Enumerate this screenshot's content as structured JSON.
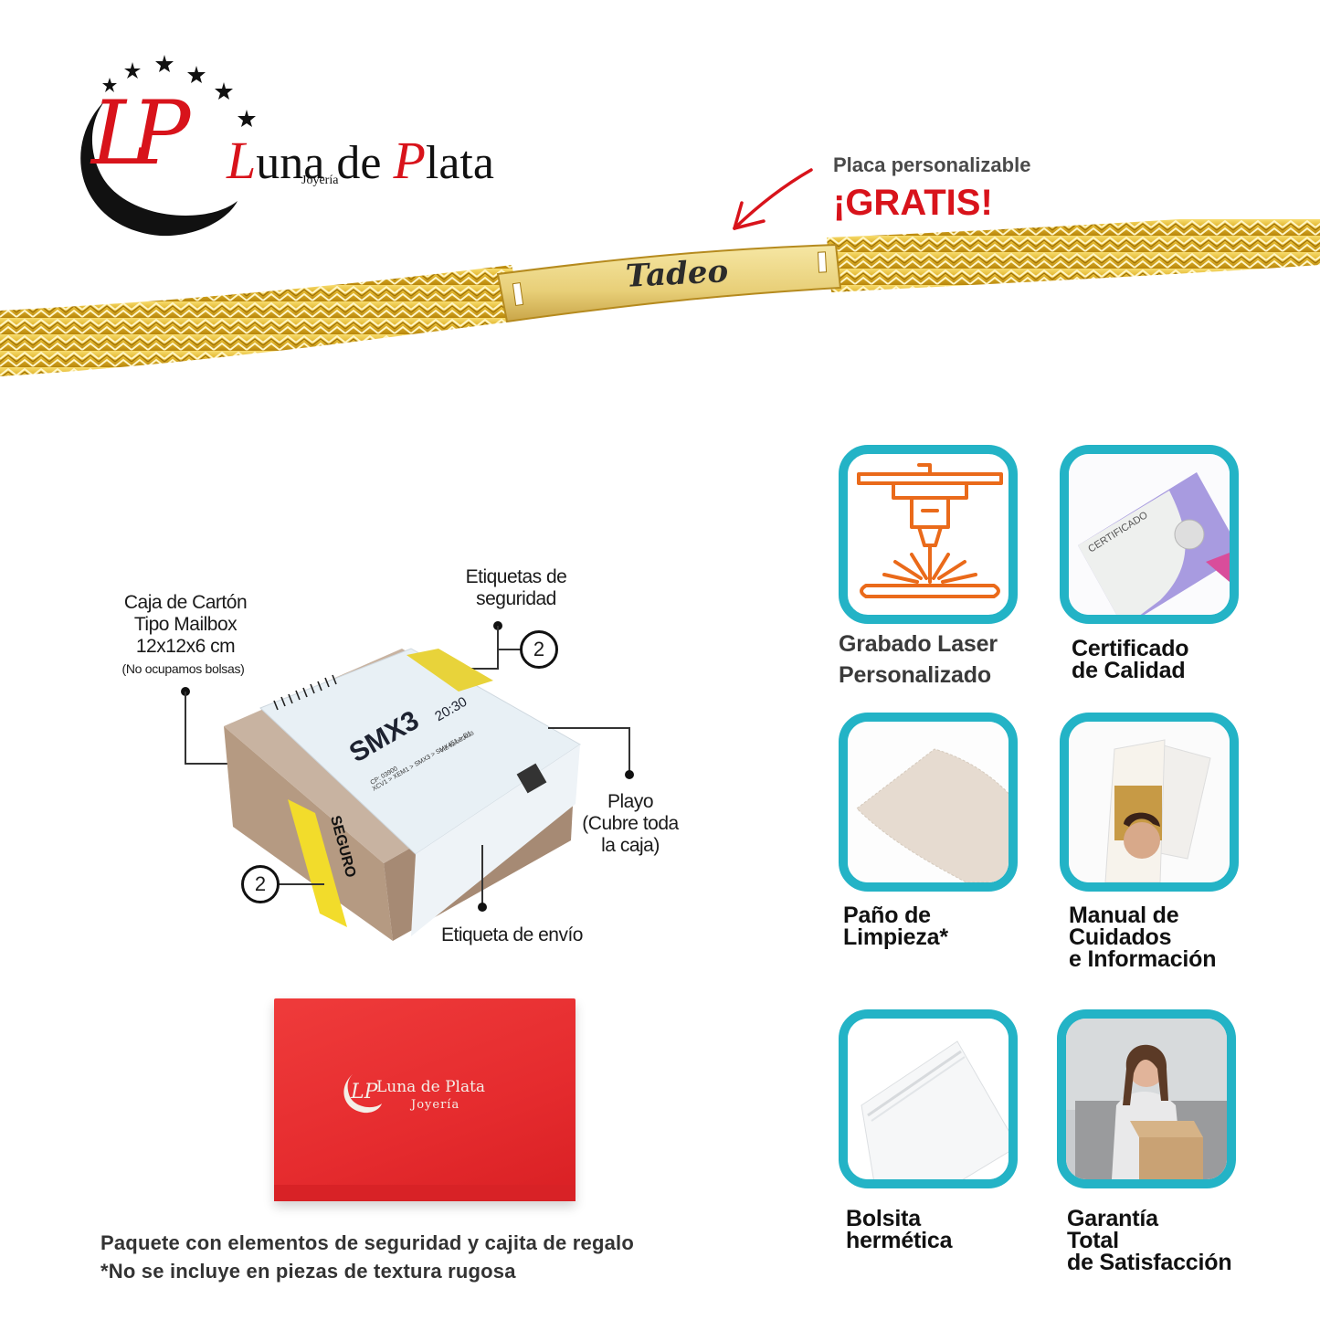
{
  "brand": {
    "initials": "LP",
    "name_prefix": "L",
    "name_mid": "una de ",
    "name_p": "P",
    "name_end": "lata",
    "subtitle": "Joyería",
    "colors": {
      "red": "#d8131b",
      "black": "#111111",
      "teal": "#23b3c6",
      "orange": "#ea6a1a",
      "gold": "#e2b93b"
    }
  },
  "promo": {
    "subtitle": "Placa personalizable",
    "headline": "¡GRATIS!"
  },
  "product": {
    "engraving": "Tadeo"
  },
  "package": {
    "box_label_lines": [
      "Caja de Cartón",
      "Tipo Mailbox",
      "12x12x6 cm"
    ],
    "box_note": "(No ocupamos bolsas)",
    "security_label_lines": [
      "Etiquetas de",
      "seguridad"
    ],
    "security_count_top": "2",
    "security_count_side": "2",
    "wrap_label_lines": [
      "Playo",
      "(Cubre toda",
      "la caja)"
    ],
    "shipping_label": "Etiqueta de envío",
    "shipping_sticker": {
      "code": "SMX3",
      "time": "20:30",
      "route": "XCV1 > XEM1 > SMX3 > SMX451 > D1",
      "cp": "CP: 03900",
      "date": "VIE 02/06/2023",
      "warning": "SEGURO"
    }
  },
  "gift_box": {
    "brand": "Luna de Plata",
    "subtitle": "Joyería"
  },
  "footer": {
    "line1": "Paquete con elementos de seguridad y cajita de regalo",
    "line2": "*No se incluye en piezas de textura rugosa"
  },
  "features": [
    {
      "icon": "laser-engraving-icon",
      "label_lines": [
        "Grabado Laser",
        "Personalizado"
      ]
    },
    {
      "icon": "certificate-icon",
      "label_lines": [
        "Certificado",
        "de Calidad"
      ],
      "image_text": "CERTIFICADO"
    },
    {
      "icon": "cleaning-cloth-icon",
      "label_lines": [
        "Paño de",
        "Limpieza*"
      ]
    },
    {
      "icon": "care-manual-icon",
      "label_lines": [
        "Manual de",
        "Cuidados",
        "e Información"
      ]
    },
    {
      "icon": "sealed-bag-icon",
      "label_lines": [
        "Bolsita",
        "hermética"
      ]
    },
    {
      "icon": "satisfaction-icon",
      "label_lines": [
        "Garantía",
        "Total",
        "de Satisfacción"
      ]
    }
  ]
}
